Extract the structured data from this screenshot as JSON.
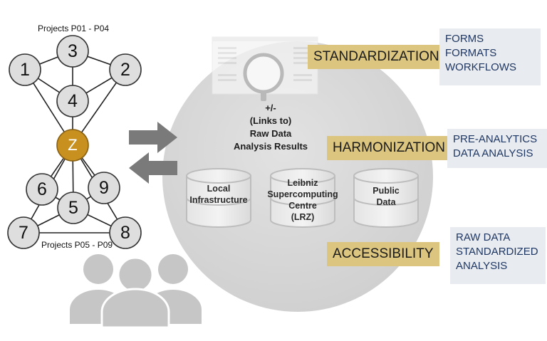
{
  "network": {
    "top_label": "Projects P01 - P04",
    "bottom_label": "Projects P05 - P09",
    "hub_label": "Z",
    "node_labels": [
      "1",
      "2",
      "3",
      "4",
      "5",
      "6",
      "7",
      "8",
      "9"
    ]
  },
  "center": {
    "line1": "+/-",
    "line2": "(Links to)",
    "line3": "Raw Data",
    "line4": "Analysis Results"
  },
  "databases": [
    {
      "lines": [
        "Local",
        "Infrastructure"
      ]
    },
    {
      "lines": [
        "Leibniz",
        "Supercomputing",
        "Centre",
        "(LRZ)"
      ]
    },
    {
      "lines": [
        "Public",
        "Data"
      ]
    }
  ],
  "pillars": [
    {
      "label": "STANDARDIZATION",
      "details": [
        "FORMS",
        "FORMATS",
        "WORKFLOWS"
      ]
    },
    {
      "label": "HARMONIZATION",
      "details": [
        "PRE-ANALYTICS",
        "DATA ANALYSIS"
      ]
    },
    {
      "label": "ACCESSIBILITY",
      "details": [
        "RAW DATA",
        "STANDARDIZED",
        "ANALYSIS"
      ]
    }
  ],
  "colors": {
    "hub": "#c8901f",
    "node_fill": "#dedede",
    "pillar_fill": "#dcc67f",
    "detail_fill": "#e8ebef",
    "detail_text": "#1f3763"
  }
}
